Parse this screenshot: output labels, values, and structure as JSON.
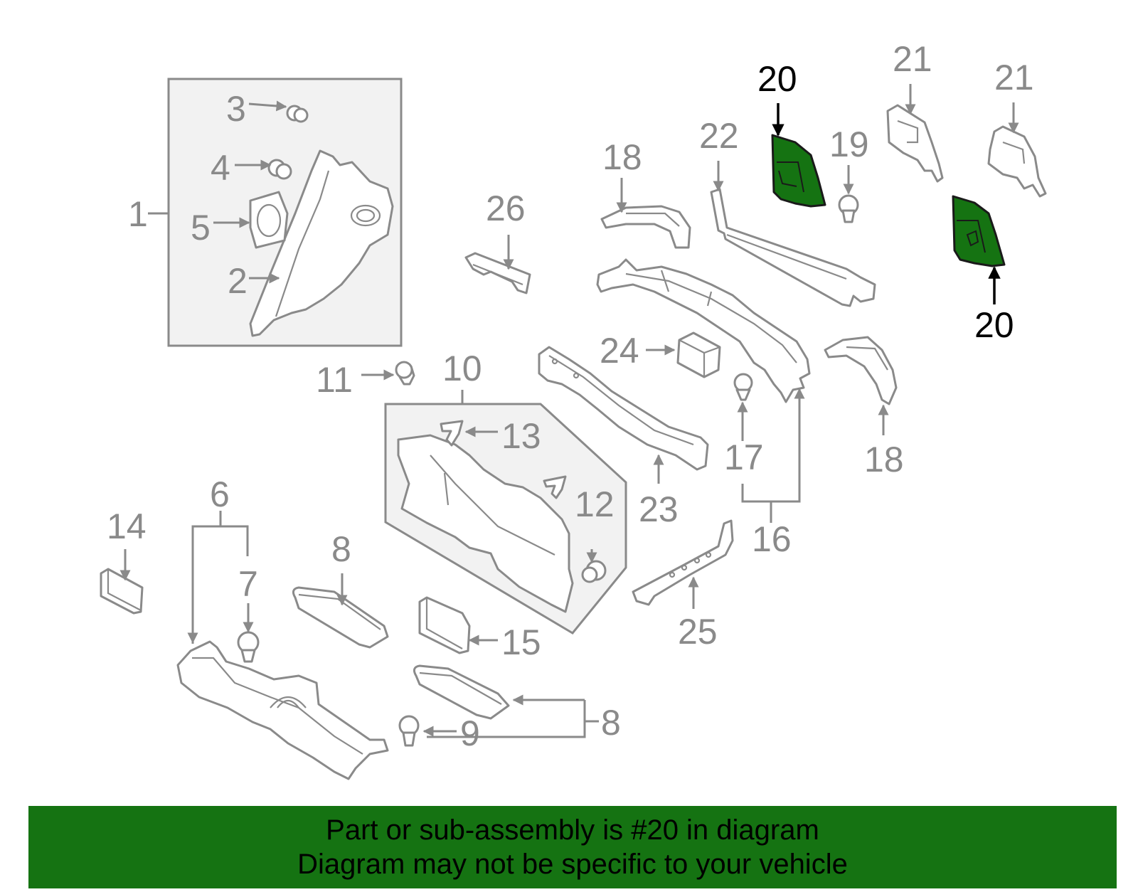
{
  "highlight_color": "#157312",
  "callouts": {
    "c1": "1",
    "c2": "2",
    "c3": "3",
    "c4": "4",
    "c5": "5",
    "c6": "6",
    "c7": "7",
    "c8a": "8",
    "c8b": "8",
    "c9": "9",
    "c10": "10",
    "c11": "11",
    "c12": "12",
    "c13": "13",
    "c14": "14",
    "c15": "15",
    "c16": "16",
    "c17": "17",
    "c18a": "18",
    "c18b": "18",
    "c19": "19",
    "c20a": "20",
    "c20b": "20",
    "c21a": "21",
    "c21b": "21",
    "c22": "22",
    "c23": "23",
    "c24": "24",
    "c25": "25",
    "c26": "26"
  },
  "banner": {
    "line1": "Part or sub-assembly is #20 in diagram",
    "line2": "Diagram may not be specific to your vehicle"
  }
}
